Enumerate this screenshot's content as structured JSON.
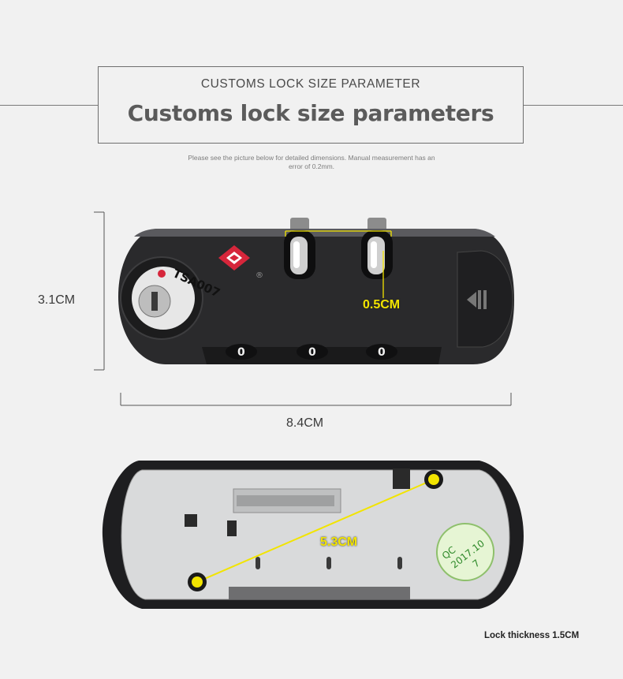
{
  "header": {
    "subtitle": "CUSTOMS LOCK SIZE PARAMETER",
    "title": "Customs lock size parameters"
  },
  "note": {
    "line1": "Please see the picture below for detailed dimensions. Manual measurement has an",
    "line2": "error of 0.2mm."
  },
  "lock_front": {
    "brand_text": "TSA007",
    "registered_mark": "®",
    "dials": [
      "0",
      "0",
      "0"
    ],
    "dimensions": {
      "height": "3.1CM",
      "width": "8.4CM",
      "shackle_gap": "0.5CM"
    }
  },
  "lock_back": {
    "diagonal": "5.3CM",
    "qc_sticker": {
      "line1": "QC",
      "line2": "2017.10",
      "line3": "7"
    },
    "thickness": "Lock thickness 1.5CM"
  },
  "colors": {
    "background": "#f1f1f1",
    "measure_yellow": "#f2e400",
    "lock_body": "#2a2a2c",
    "tsa_red": "#d6263b"
  }
}
